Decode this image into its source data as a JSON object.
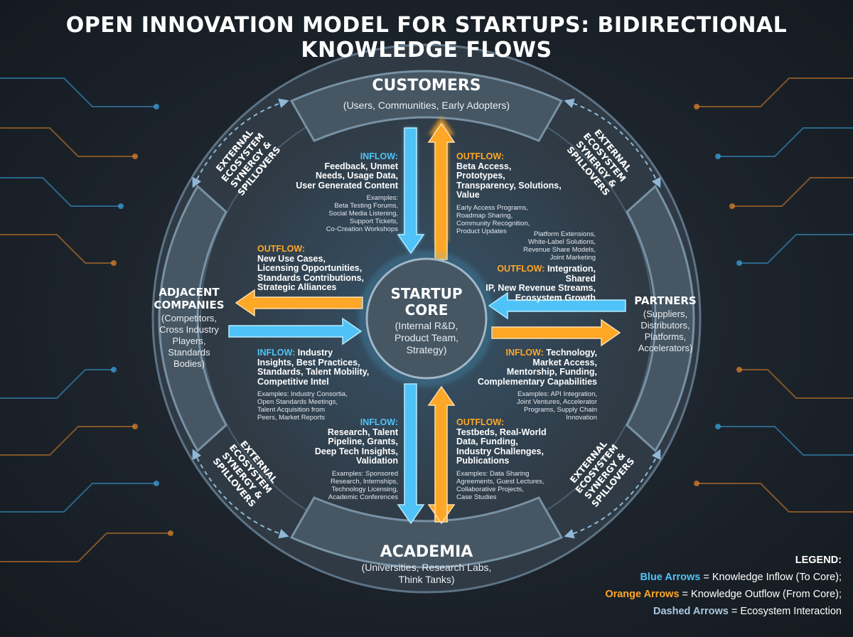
{
  "title": "OPEN INNOVATION MODEL FOR STARTUPS: BIDIRECTIONAL KNOWLEDGE FLOWS",
  "core": {
    "name_line1": "STARTUP",
    "name_line2": "CORE",
    "sub": [
      "(Internal R&D,",
      "Product Team,",
      "Strategy)"
    ]
  },
  "customers": {
    "name": "CUSTOMERS",
    "sub": [
      "(Users, Communities, Early Adopters)"
    ]
  },
  "partners": {
    "name": "PARTNERS",
    "sub": [
      "(Suppliers,",
      "Distributors,",
      "Platforms,",
      "Accelerators)"
    ]
  },
  "academia": {
    "name": "ACADEMIA",
    "sub": [
      "(Universities, Research Labs,",
      "Think Tanks)"
    ]
  },
  "adjacent": {
    "name": [
      "ADJACENT",
      "COMPANIES"
    ],
    "sub": [
      "(Competitors,",
      "Cross Industry",
      "Players,",
      "Standards",
      "Bodies)"
    ]
  },
  "flows": {
    "customers_inflow": {
      "tag": "INFLOW:",
      "lines": [
        "Feedback, Unmet",
        "Needs, Usage Data,",
        "User Generated Content"
      ],
      "examples": [
        "Examples:",
        "Beta Testing Forums,",
        "Social Media Listening,",
        "Support Tickets,",
        "Co-Creation Workshops"
      ]
    },
    "customers_outflow": {
      "tag": "OUTFLOW:",
      "lines": [
        "Beta Access,",
        "Prototypes,",
        "Transparency, Solutions,",
        "Value"
      ],
      "examples": [
        "Early Access Programs,",
        "Roadmap Sharing,",
        "Community Recognition,",
        "Product Updates"
      ]
    },
    "adjacent_outflow": {
      "tag": "OUTFLOW:",
      "lines": [
        "New Use Cases,",
        "Licensing Opportunities,",
        "Standards Contributions,",
        "Strategic Alliances"
      ]
    },
    "adjacent_inflow": {
      "tag": "INFLOW:",
      "lines": [
        "Industry",
        "Insights, Best Practices,",
        "Standards, Talent Mobility,",
        "Competitive Intel"
      ],
      "examples": [
        "Examples: Industry Consortia,",
        "Open Standards Meetings,",
        "Talent Acquisition from",
        "Peers, Market Reports"
      ]
    },
    "partners_outflow": {
      "tag": "OUTFLOW:",
      "lines": [
        "Integration, Shared",
        "IP, New Revenue Streams,",
        "Ecosystem Growth"
      ],
      "examples": [
        "Platform Extensions,",
        "White-Label Solutions,",
        "Revenue Share Models,",
        "Joint Marketing"
      ]
    },
    "partners_inflow": {
      "tag": "INFLOW:",
      "lines": [
        "Technology,",
        "Market Access,",
        "Mentorship, Funding,",
        "Complementary Capabilities"
      ],
      "examples": [
        "Examples: API Integration,",
        "Joint Ventures, Accelerator",
        "Programs, Supply Chain",
        "Innovation"
      ]
    },
    "academia_inflow": {
      "tag": "INFLOW:",
      "lines": [
        "Research, Talent",
        "Pipeline, Grants,",
        "Deep Tech Insights,",
        "Validation"
      ],
      "examples": [
        "Examples: Sponsored",
        "Research, Internships,",
        "Technology Licensing,",
        "Academic Conferences"
      ]
    },
    "academia_outflow": {
      "tag": "OUTFLOW:",
      "lines": [
        "Testbeds, Real-World",
        "Data, Funding,",
        "Industry Challenges,",
        "Publications"
      ],
      "examples": [
        "Examples: Data Sharing",
        "Agreements, Guest Lectures,",
        "Collaborative Projects,",
        "Case Studies"
      ]
    }
  },
  "synergy": {
    "top_left": [
      "EXTERNAL",
      "ECOSYSTEM",
      "SYNERGY &",
      "SPILLOVERS"
    ],
    "top_right": [
      "EXTERNAL",
      "ECOSYSTEM",
      "SYNERGY &",
      "SPILLOVERS"
    ],
    "bottom_left": [
      "EXTERNAL",
      "ECOSYSTEM",
      "SYNERGY &",
      "SPILLOVERS"
    ],
    "bottom_right": [
      "EXTERNAL",
      "ECOSYSTEM",
      "SYNERGY &",
      "SPILLOVERS"
    ]
  },
  "legend": {
    "title": "LEGEND:",
    "blue_label": "Blue Arrows",
    "blue_desc": " = Knowledge Inflow (To Core);",
    "orange_label": "Orange Arrows",
    "orange_desc": " = Knowledge Outflow (From Core);",
    "dashed_label": "Dashed Arrows",
    "dashed_desc": " = Ecosystem Interaction"
  },
  "colors": {
    "inflow": "#4fc3f7",
    "outflow": "#ffa726",
    "node_fill": "#465663",
    "ring_fill": "#2f3a44",
    "background": "#1c232b"
  }
}
